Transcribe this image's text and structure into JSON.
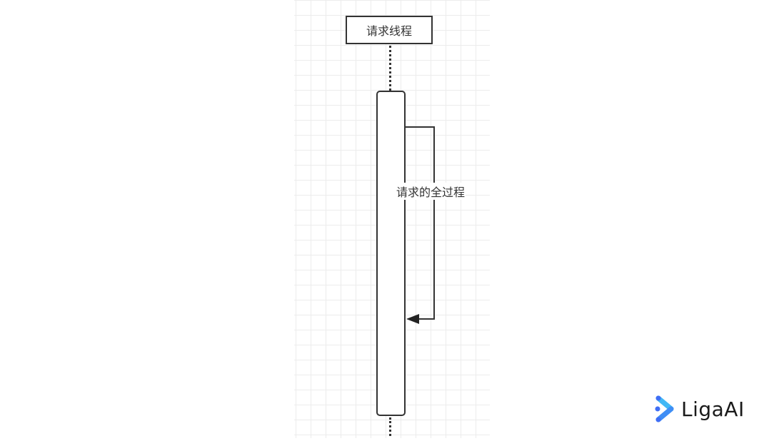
{
  "diagram": {
    "type": "sequence",
    "actor": {
      "label": "请求线程"
    },
    "self_message": {
      "label": "请求的全过程",
      "arrow": "filled-triangle"
    },
    "grid": true
  },
  "watermark": {
    "text": "LigaAI",
    "icon": "liga-chevron-logo-icon",
    "colors": [
      "#3f6ef5",
      "#42b8f5"
    ]
  }
}
